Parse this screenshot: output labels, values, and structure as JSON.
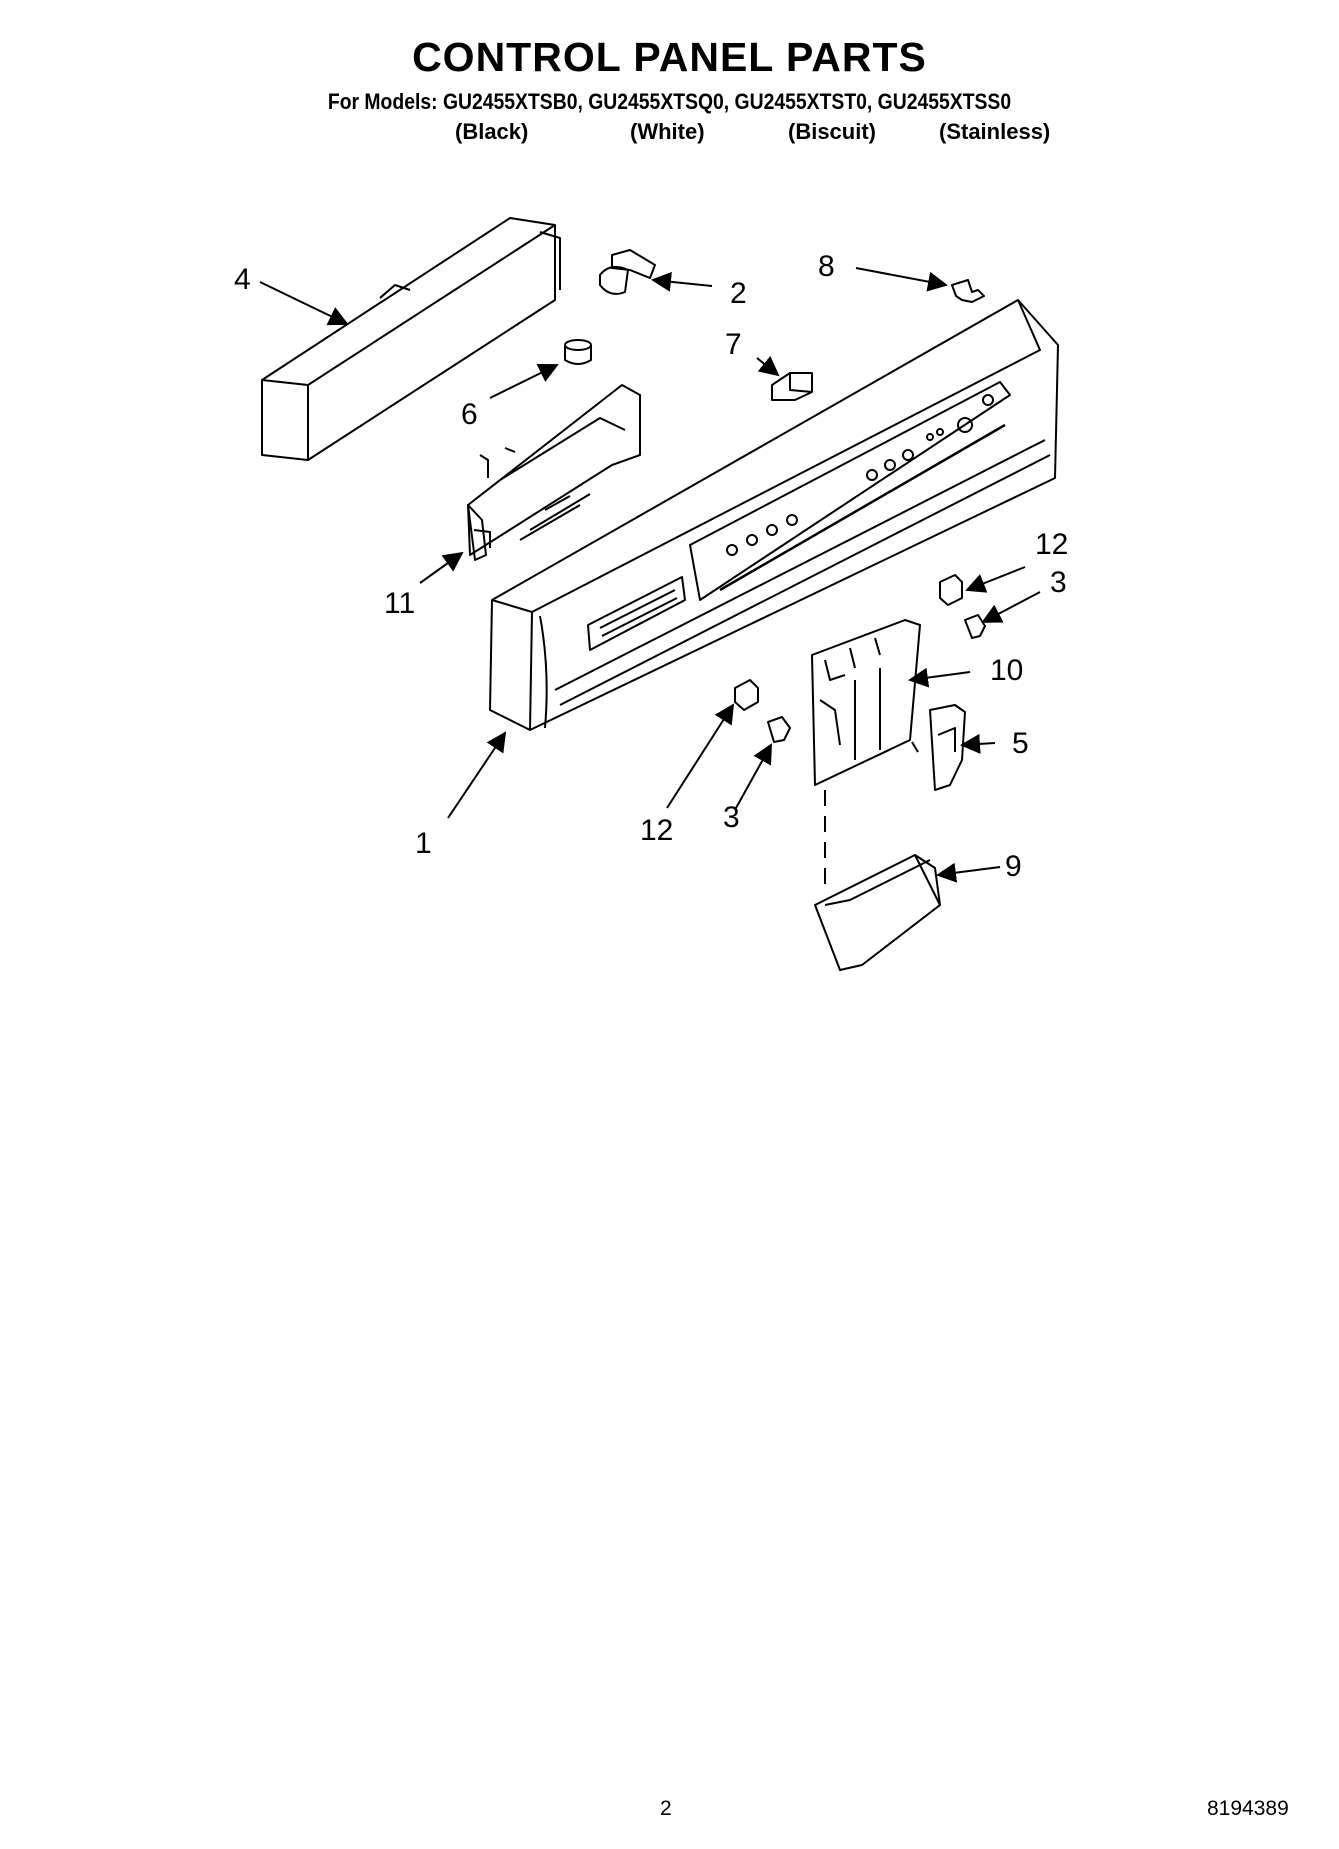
{
  "header": {
    "title": "CONTROL PANEL PARTS",
    "models_line": "For Models: GU2455XTSB0, GU2455XTSQ0, GU2455XTST0, GU2455XTSS0",
    "colors": [
      "(Black)",
      "(White)",
      "(Biscuit)",
      "(Stainless)"
    ]
  },
  "callouts": [
    "4",
    "2",
    "8",
    "7",
    "6",
    "11",
    "12",
    "3",
    "10",
    "5",
    "1",
    "12",
    "3",
    "9"
  ],
  "footer": {
    "page_number": "2",
    "doc_number": "8194389"
  }
}
